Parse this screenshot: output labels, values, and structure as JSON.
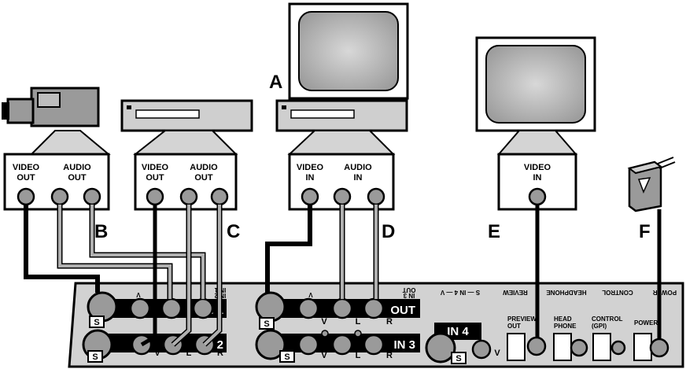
{
  "letters": {
    "a": "A",
    "b": "B",
    "c": "C",
    "d": "D",
    "e": "E",
    "f": "F"
  },
  "camcorder_panel": {
    "video_line1": "VIDEO",
    "video_line2": "OUT",
    "audio_line1": "AUDIO",
    "audio_line2": "OUT"
  },
  "player_panel": {
    "video_line1": "VIDEO",
    "video_line2": "OUT",
    "audio_line1": "AUDIO",
    "audio_line2": "OUT"
  },
  "recorder_panel": {
    "video_line1": "VIDEO",
    "video_line2": "IN",
    "audio_line1": "AUDIO",
    "audio_line2": "IN"
  },
  "preview_panel": {
    "video_line1": "VIDEO",
    "video_line2": "IN"
  },
  "device": {
    "in1": "IN 1",
    "in2": "IN 2",
    "in3": "IN 3",
    "in4": "IN 4",
    "out": "OUT",
    "s": "S",
    "v": "V",
    "l": "L",
    "r": "R",
    "top_v1": "V",
    "top_v2": "V",
    "top_in1_line1": "IN 1",
    "top_in1_line2": "IN 2",
    "top_out_line1": "OUT",
    "top_out_line2": "IN 3",
    "top_in4_seq": "S — IN 4 — V",
    "top_review": "REVIEW",
    "top_headphone": "HEADPHONE",
    "top_control": "CONTROL",
    "top_power": "POWER",
    "preview_line1": "PREVIEW",
    "preview_line2": "OUT",
    "head_line1": "HEAD",
    "head_line2": "PHONE",
    "control_line1": "CONTROL",
    "control_line2": "(GPI)",
    "power": "POWER"
  },
  "colors": {
    "cable_video": "#000000",
    "cable_audio": "#9a9a9a",
    "panel": "#cfcfcf",
    "screen": "#b8b8b8"
  }
}
